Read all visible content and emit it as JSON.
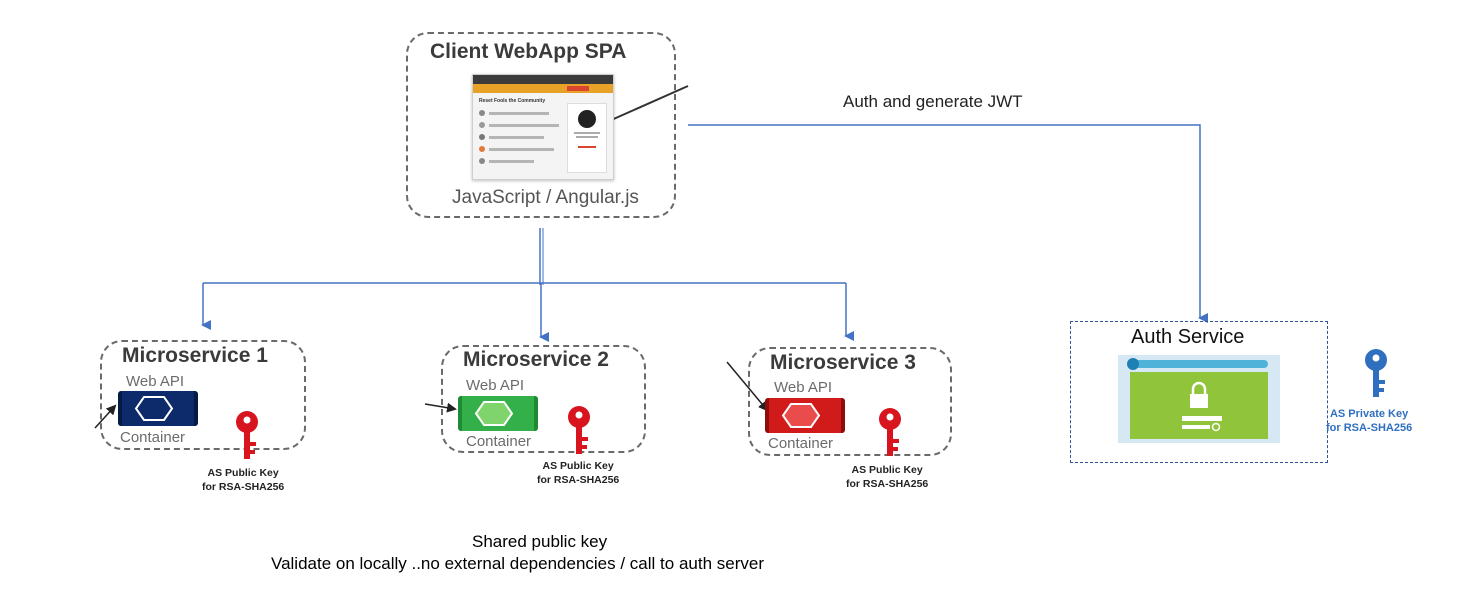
{
  "client": {
    "title": "Client WebApp SPA",
    "subtitle": "JavaScript / Angular.js",
    "screenshot_heading": "Reset Fools the Community"
  },
  "flow_label": "Auth and generate JWT",
  "microservices": [
    {
      "title": "Microservice 1",
      "webapi": "Web API",
      "container": "Container",
      "color": "#0d2b6b",
      "key_line1": "AS Public Key",
      "key_line2": "for RSA-SHA256"
    },
    {
      "title": "Microservice 2",
      "webapi": "Web API",
      "container": "Container",
      "color": "#34b04a",
      "key_line1": "AS Public Key",
      "key_line2": "for RSA-SHA256"
    },
    {
      "title": "Microservice 3",
      "webapi": "Web API",
      "container": "Container",
      "color": "#d11a1a",
      "key_line1": "AS Public Key",
      "key_line2": "for RSA-SHA256"
    }
  ],
  "auth_service": {
    "title": "Auth Service",
    "key_line1": "AS Private Key",
    "key_line2": "for RSA-SHA256",
    "key_color": "#2f6fc0",
    "panel_color": "#8fc43b"
  },
  "footer": {
    "heading": "Shared public key",
    "text": "Validate on locally ..no external dependencies / call to auth server"
  },
  "colors": {
    "arrow": "#4472c4",
    "key_red": "#d8141e",
    "dash": "#6a6a6a"
  }
}
